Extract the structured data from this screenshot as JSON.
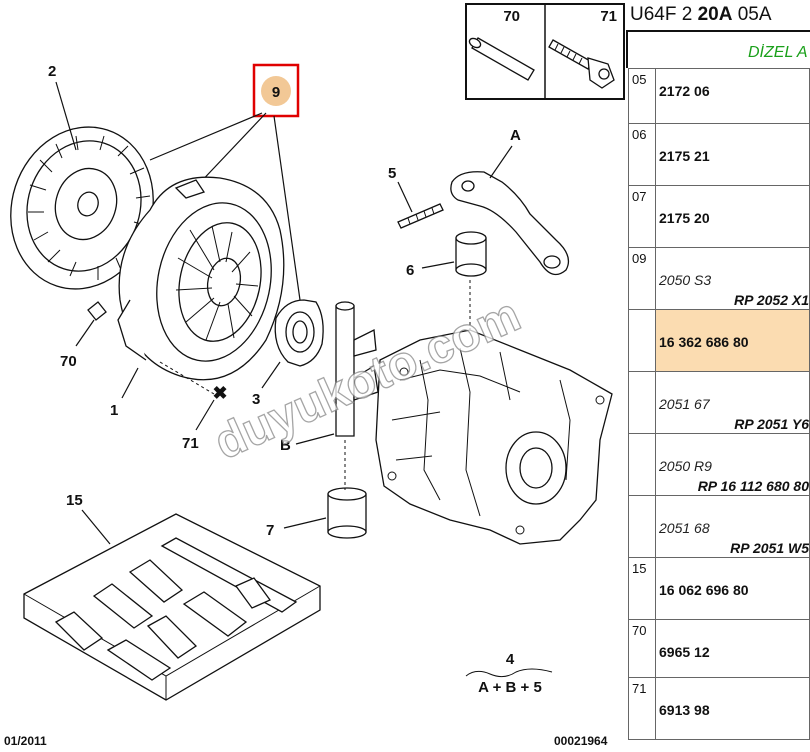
{
  "diagram": {
    "callouts": {
      "c1": "1",
      "c2": "2",
      "c3": "3",
      "c4": "4",
      "c5": "5",
      "c6": "6",
      "c7": "7",
      "c9": "9",
      "c15": "15",
      "c70": "70",
      "c71": "71",
      "cA": "A",
      "cB": "B"
    },
    "inset": {
      "left_label": "70",
      "right_label": "71"
    },
    "formula": "A + B + 5",
    "watermark": "duyukoto.com",
    "date": "01/2011",
    "ref_no": "00021964",
    "highlight_color": "#e00000"
  },
  "header": {
    "code_a": "U64F 2",
    "code_b": "20A",
    "code_c": "05A",
    "subtitle": "DİZEL A"
  },
  "table": {
    "rows": [
      {
        "idx": "05",
        "ref": "2172 06"
      },
      {
        "idx": "06",
        "ref": "2175 21"
      },
      {
        "idx": "07",
        "ref": "2175 20"
      },
      {
        "idx": "09",
        "code": "2050 S3",
        "sub": "RP 2052 X1"
      },
      {
        "idx": "",
        "ref": "16 362 686 80",
        "highlight": "#fbdcb1"
      },
      {
        "idx": "",
        "code": "2051 67",
        "sub": "RP 2051 Y6"
      },
      {
        "idx": "",
        "code": "2050 R9",
        "sub": "RP 16 112 680 80"
      },
      {
        "idx": "",
        "code": "2051 68",
        "sub": "RP 2051 W5"
      },
      {
        "idx": "15",
        "ref": "16 062 696 80"
      },
      {
        "idx": "70",
        "ref": "6965 12"
      },
      {
        "idx": "71",
        "ref": "6913 98"
      }
    ]
  }
}
